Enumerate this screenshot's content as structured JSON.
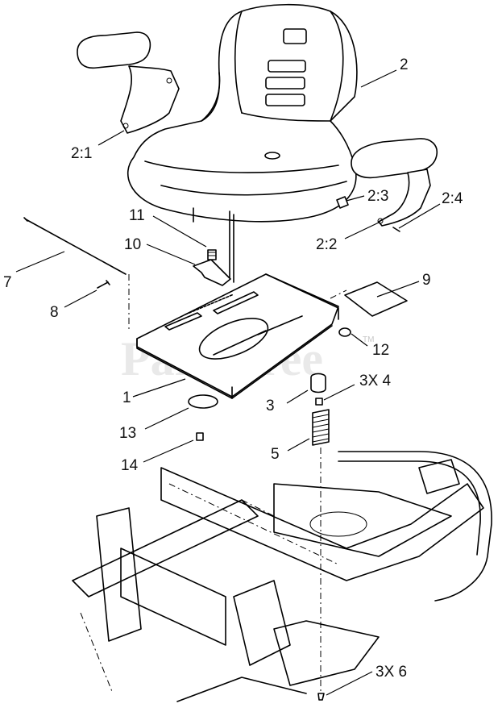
{
  "watermark": {
    "text": "PartsTree",
    "trademark": "TM"
  },
  "callouts": [
    {
      "id": "2",
      "label": "2"
    },
    {
      "id": "2-1",
      "label": "2:1"
    },
    {
      "id": "2-3",
      "label": "2:3"
    },
    {
      "id": "2-4",
      "label": "2:4"
    },
    {
      "id": "2-2",
      "label": "2:2"
    },
    {
      "id": "11",
      "label": "11"
    },
    {
      "id": "10",
      "label": "10"
    },
    {
      "id": "7",
      "label": "7"
    },
    {
      "id": "8",
      "label": "8"
    },
    {
      "id": "9",
      "label": "9"
    },
    {
      "id": "12",
      "label": "12"
    },
    {
      "id": "1",
      "label": "1"
    },
    {
      "id": "3",
      "label": "3"
    },
    {
      "id": "3x4",
      "label": "3X 4"
    },
    {
      "id": "13",
      "label": "13"
    },
    {
      "id": "5",
      "label": "5"
    },
    {
      "id": "14",
      "label": "14"
    },
    {
      "id": "3x6",
      "label": "3X 6"
    }
  ]
}
